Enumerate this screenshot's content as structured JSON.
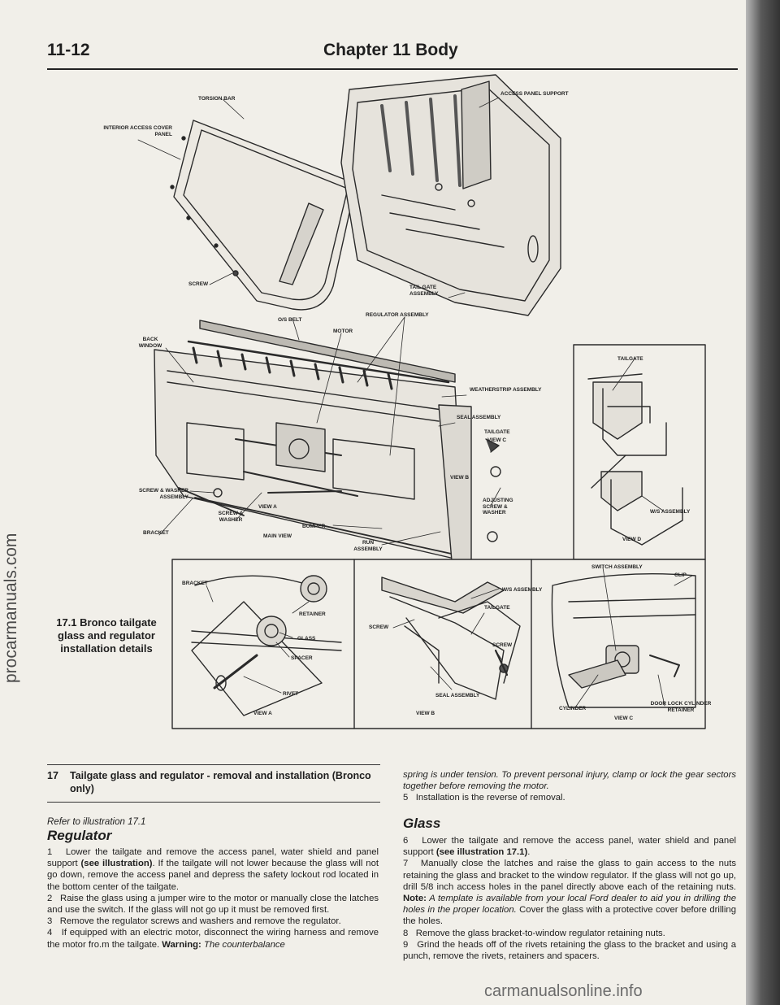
{
  "header": {
    "page_number": "11-12",
    "chapter_title": "Chapter 11  Body"
  },
  "watermarks": {
    "left": "procarmanuals.com",
    "bottom": "carmanualsonline.info"
  },
  "figure": {
    "caption": "17.1 Bronco tailgate glass and regulator installation details",
    "labels": {
      "torsion_bar": "TORSION BAR",
      "access_panel_support": "ACCESS PANEL SUPPORT",
      "interior_access_cover_panel": "INTERIOR ACCESS COVER PANEL",
      "screw_top": "SCREW",
      "tail_gate_assembly": "TAIL GATE ASSEMBLY",
      "os_belt": "O/S BELT",
      "regulator_assembly": "REGULATOR ASSEMBLY",
      "motor": "MOTOR",
      "back_window": "BACK WINDOW",
      "weatherstrip_assembly": "WEATHERSTRIP ASSEMBLY",
      "seal_assembly_main": "SEAL ASSEMBLY",
      "tailgate_main": "TAILGATE",
      "view_c_ref": "VIEW C",
      "view_b_ref": "VIEW B",
      "view_a_ref": "VIEW A",
      "screw_washer_assembly": "SCREW & WASHER ASSEMBLY",
      "screw_washer": "SCREW & WASHER",
      "adjusting_screw_washer": "ADJUSTING SCREW & WASHER",
      "bumper": "BUMPER",
      "bracket_main": "BRACKET",
      "main_view": "MAIN VIEW",
      "run_assembly": "RUN ASSEMBLY",
      "tailgate_view_d": "TAILGATE",
      "ws_assembly_d": "W/S ASSEMBLY",
      "view_d": "VIEW D",
      "bracket_a": "BRACKET",
      "retainer_a": "RETAINER",
      "glass_a": "GLASS",
      "spacer_a": "SPACER",
      "rivet_a": "RIVET",
      "view_a": "VIEW A",
      "ws_assembly_b": "W/S ASSEMBLY",
      "tailgate_b": "TAILGATE",
      "screw_b1": "SCREW",
      "screw_b2": "SCREW",
      "seal_assembly_b": "SEAL ASSEMBLY",
      "view_b": "VIEW B",
      "switch_assembly": "SWITCH ASSEMBLY",
      "clip": "CLIP",
      "cylinder": "CYLINDER",
      "door_lock_cylinder_retainer": "DOOR LOCK CYLINDER RETAINER",
      "view_c": "VIEW C"
    }
  },
  "section": {
    "number": "17",
    "title": "Tailgate glass and regulator - removal and installation (Bronco only)",
    "reference": "Refer to illustration 17.1",
    "regulator": {
      "heading": "Regulator",
      "steps": [
        {
          "n": "1",
          "a": "Lower the tailgate and remove the access panel, water shield and panel support ",
          "b": "(see illustration)",
          "c": ". If the tailgate will not lower because the glass will not go down, remove the access panel and depress the safety lockout rod located in the bottom center of the tailgate."
        },
        {
          "n": "2",
          "text": "Raise the glass using a jumper wire to the motor or manually close the latches and use the switch. If the glass will not go up it must be removed first."
        },
        {
          "n": "3",
          "text": "Remove the regulator screws and washers and remove the regulator."
        },
        {
          "n": "4",
          "a": "If equipped with an electric motor, disconnect the wiring harness and remove the motor fro.m the tailgate. ",
          "b": "Warning:",
          "c": " The counterbalance"
        }
      ]
    },
    "right": {
      "continued": "spring is under tension. To prevent personal injury, clamp or lock the gear sectors together before removing the motor.",
      "step5": {
        "n": "5",
        "text": "Installation is the reverse of removal."
      },
      "glass_heading": "Glass",
      "steps": [
        {
          "n": "6",
          "a": "Lower the tailgate and remove the access panel, water shield and panel support ",
          "b": "(see illustration 17.1)",
          "c": "."
        },
        {
          "n": "7",
          "a": "Manually close the latches and raise the glass to gain access to the nuts retaining the glass and bracket to the window regulator. If the glass will not go up, drill 5/8 inch access holes in the panel directly above each of the retaining nuts. ",
          "b": "Note:",
          "c": " A template is available from your local Ford dealer to aid you in drilling the holes in the proper location.",
          "d": " Cover the glass with a protective cover before drilling the holes."
        },
        {
          "n": "8",
          "text": "Remove the glass bracket-to-window regulator retaining nuts."
        },
        {
          "n": "9",
          "text": "Grind the heads off of the rivets retaining the glass to the bracket and using a punch, remove the rivets, retainers and spacers."
        }
      ]
    }
  }
}
